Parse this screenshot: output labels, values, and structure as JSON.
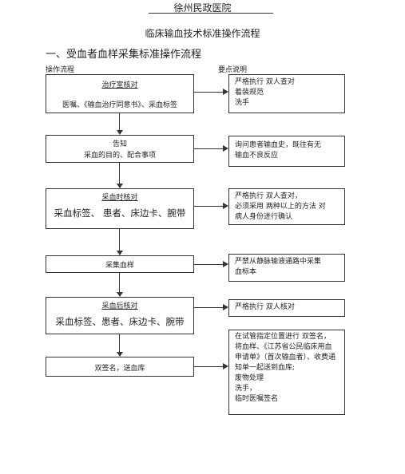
{
  "header": {
    "hospital": "徐州民政医院",
    "title": "临床输血技术标准操作流程"
  },
  "section_title": "一、受血者血样采集标准操作流程",
  "columns": {
    "left": "操作流程",
    "right": "要点说明"
  },
  "steps": [
    {
      "title": "治疗室核对",
      "detail": "医嘱、《输血治疗同意书》、采血标签",
      "note": [
        "严格执行 双人查对",
        "着装规范",
        "洗手"
      ]
    },
    {
      "title": "告知",
      "detail": "采血的目的、配合事项",
      "note": [
        "询问患者输血史，既往有无",
        "输血不良反应"
      ]
    },
    {
      "title": "采血时核对",
      "detail": "采血标签、 患者、床边卡、腕带",
      "note": [
        "严格执行 双人查对，",
        "必须采用 两种以上的方法  对",
        "病人身份进行确认"
      ]
    },
    {
      "title": "采集血样",
      "note": [
        "严禁从静脉输液通路中采集",
        "血标本"
      ]
    },
    {
      "title": "采血后核对",
      "detail": "采血标签、患者、床边卡、腕带",
      "note": [
        "严格执行 双人核对"
      ]
    },
    {
      "title": "双签名，送血库",
      "note": [
        "在试管指定位置进行  双签名，",
        "将血样、《江苏省公民临床用血",
        "申请单》（首次输血者）、收费通",
        "知单一起送到血库;",
        "废物处理",
        "洗手，",
        "临时医嘱签名"
      ]
    }
  ]
}
